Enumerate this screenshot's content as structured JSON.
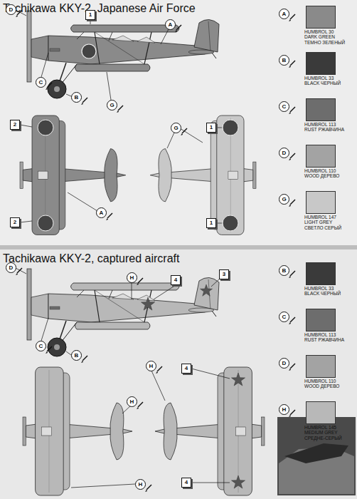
{
  "diagram": {
    "labels": [
      "Tachikawa KKY-2, Japanese Air Force",
      "A",
      "B",
      "C",
      "D",
      "G",
      "1",
      "A",
      "D",
      "C",
      "B",
      "G",
      "2",
      "2",
      "A",
      "G",
      "1",
      "1",
      "Tachikawa KKY-2, captured aircraft",
      "B",
      "C",
      "D",
      "H",
      "D",
      "H",
      "4",
      "3",
      "C",
      "B",
      "H",
      "4",
      "H",
      "H",
      "4"
    ],
    "legend": [
      {
        "text": "HUMBROL 30 DARK GREEN ТЕМНО ЗЕЛЕНЫЙ",
        "color": "#8a8a8a"
      },
      {
        "text": "HUMBROL 33 BLACK ЧЕРНЫЙ",
        "color": "#3a3a3a"
      },
      {
        "text": "HUMBROL 113 RUST РЖАВЧИНА",
        "color": "#6d6d6d"
      },
      {
        "text": "HUMBROL 110 WOOD ДЕРЕВО",
        "color": "#a3a3a3"
      },
      {
        "text": "HUMBROL 147 LIGHT GREY СВЕТЛО СЕРЫЙ",
        "color": "#c8c8c8"
      },
      {
        "text": "HUMBROL 33 BLACK ЧЕРНЫЙ",
        "color": "#3a3a3a"
      },
      {
        "text": "HUMBROL 113 RUST РЖАВЧИНА",
        "color": "#6d6d6d"
      },
      {
        "text": "HUMBROL 110 WOOD ДЕРЕВО",
        "color": "#a3a3a3"
      },
      {
        "text": "HUMBROL 145 MEDIUM GREY СРЕДНЕ-СЕРЫЙ",
        "color": "#b8b8b8"
      }
    ]
  }
}
